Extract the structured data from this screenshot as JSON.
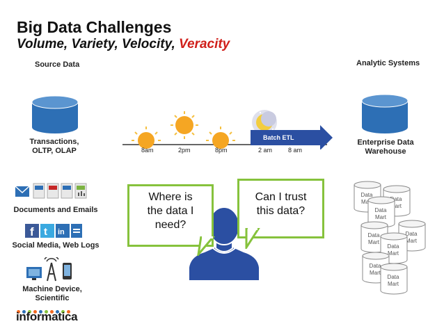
{
  "slide": {
    "title": "Big Data Challenges",
    "subtitle_plain": "Volume, Variety, Velocity,",
    "subtitle_accent": "Veracity",
    "accent_color": "#d0201b"
  },
  "headers": {
    "source": "Source Data",
    "analytic": "Analytic Systems"
  },
  "sources": {
    "transactions": "Transactions,\nOLTP, OLAP",
    "documents": "Documents and Emails",
    "social": "Social Media, Web Logs",
    "machine": "Machine Device,\nScientific"
  },
  "timeline": {
    "ticks": [
      "8am",
      "2pm",
      "8pm",
      "2 am",
      "8 am"
    ],
    "arrow_label": "Batch ETL",
    "arrow_color": "#2b4fa2"
  },
  "warehouse": {
    "label": "Enterprise Data\nWarehouse",
    "color": "#2d6fb5"
  },
  "bubbles": {
    "left": "Where is\nthe data I\nneed?",
    "right": "Can I trust\nthis data?",
    "border_color": "#86c23c"
  },
  "person_color": "#2b4fa2",
  "marts": {
    "label": "Data\nMart"
  },
  "brand": {
    "name": "informatica"
  },
  "icons": {
    "documents": [
      "email-icon",
      "word-doc-icon",
      "pdf-doc-icon",
      "powerpoint-doc-icon",
      "excel-doc-icon"
    ],
    "social": [
      "facebook-icon",
      "twitter-icon",
      "linkedin-icon",
      "blog-icon"
    ],
    "machine": [
      "monitor-icon",
      "radio-tower-icon",
      "mobile-phone-icon"
    ]
  }
}
